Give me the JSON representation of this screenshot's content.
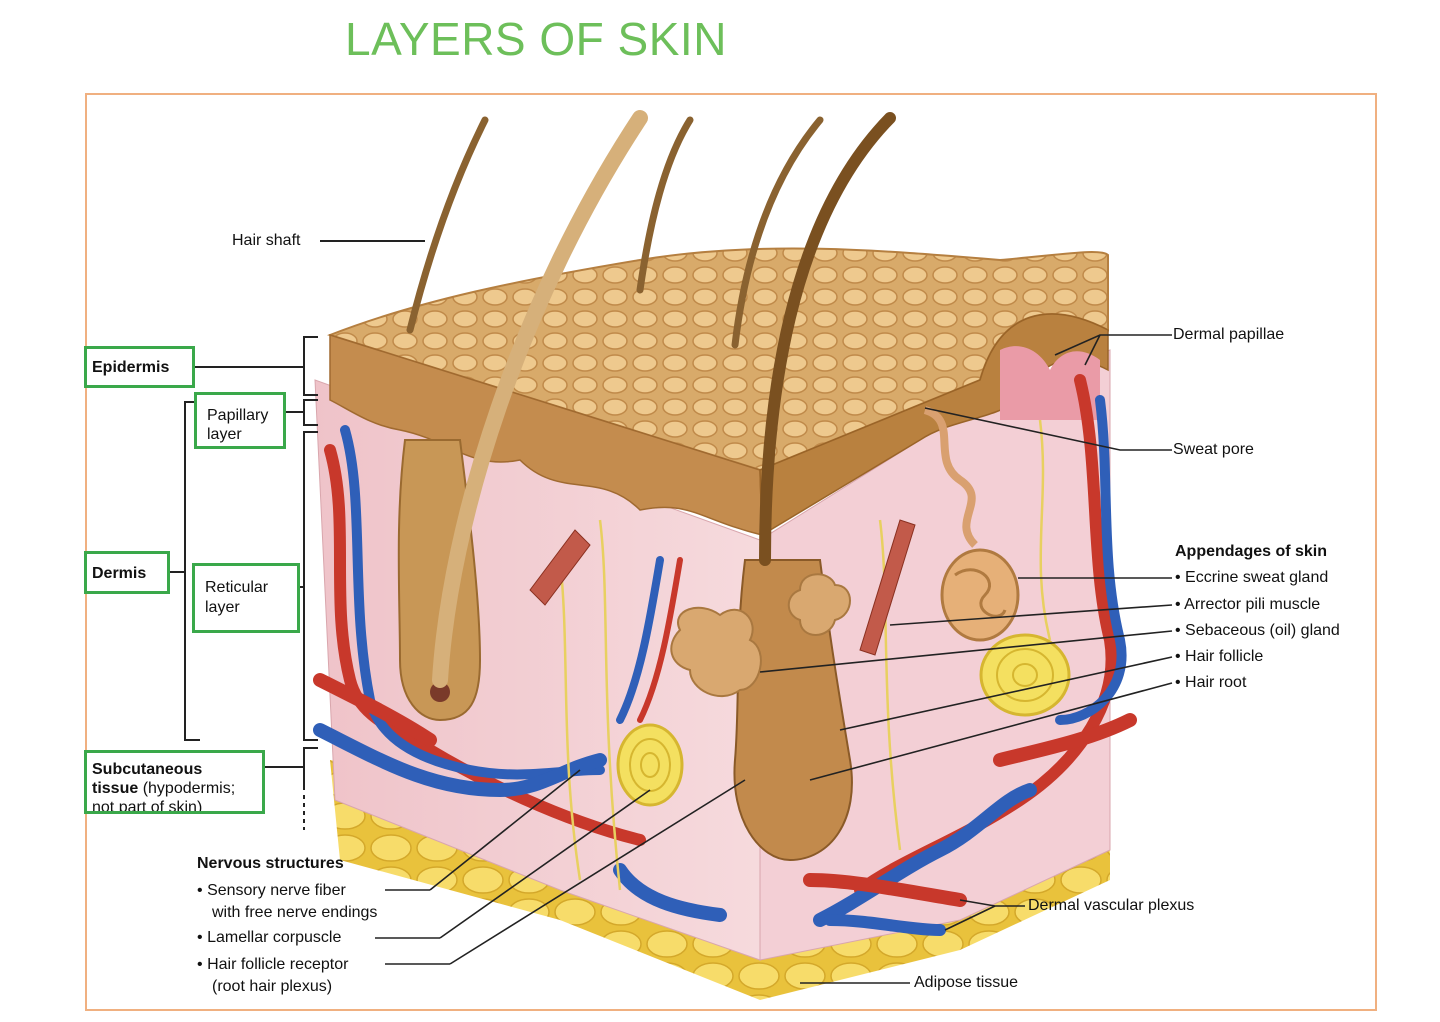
{
  "title": "LAYERS OF SKIN",
  "colors": {
    "title_green": "#6dbf5a",
    "box_green": "#3aa84a",
    "frame_orange": "#f0b080",
    "epidermis_tan": "#c99a5c",
    "dermis_pink": "#f2c9cf",
    "artery_red": "#c8382b",
    "vein_blue": "#2f5fb8",
    "adipose_yellow": "#f2d24a",
    "nerve_yellow": "#e8d060",
    "hair_brown": "#8a6230"
  },
  "left_labels": {
    "hair_shaft": "Hair shaft",
    "epidermis": "Epidermis",
    "papillary_layer": [
      "Papillary",
      "layer"
    ],
    "dermis": "Dermis",
    "reticular_layer": [
      "Reticular",
      "layer"
    ],
    "subcutaneous": {
      "bold": "Subcutaneous",
      "line2_bold": "tissue",
      "line2_rest": " (hypodermis;",
      "line3": "not part of skin)"
    }
  },
  "nervous": {
    "heading": "Nervous structures",
    "items": [
      {
        "bullet": "•",
        "lines": [
          "Sensory nerve fiber",
          "with free nerve endings"
        ]
      },
      {
        "bullet": "•",
        "lines": [
          "Lamellar corpuscle"
        ]
      },
      {
        "bullet": "•",
        "lines": [
          "Hair follicle receptor",
          "(root hair plexus)"
        ]
      }
    ]
  },
  "right_labels": {
    "dermal_papillae": "Dermal papillae",
    "sweat_pore": "Sweat pore",
    "appendages_heading": "Appendages of skin",
    "appendages": [
      "Eccrine sweat gland",
      "Arrector pili muscle",
      "Sebaceous (oil) gland",
      "Hair follicle",
      "Hair root"
    ],
    "dermal_vascular_plexus": "Dermal vascular plexus",
    "adipose_tissue": "Adipose tissue"
  }
}
